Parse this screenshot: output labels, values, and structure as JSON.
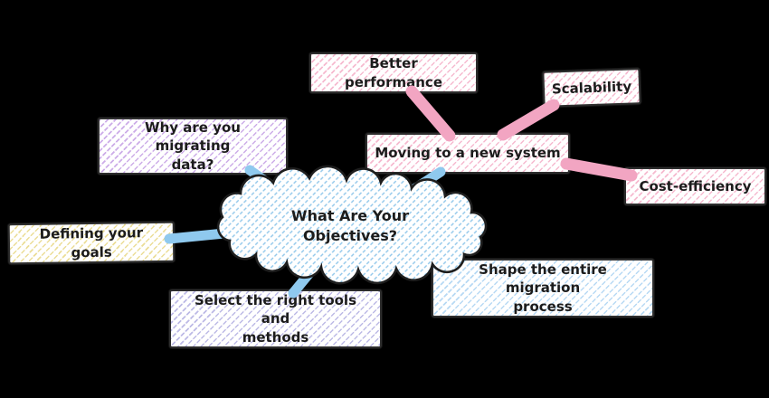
{
  "diagram": {
    "background_color": "#000000",
    "center": {
      "label": "What Are Your\nObjectives?",
      "shape": "cloud",
      "hatch_color": "#7cbaeb"
    },
    "nodes": {
      "better_performance": {
        "label": "Better performance",
        "hatch_color": "#ee80a8"
      },
      "scalability": {
        "label": "Scalability",
        "hatch_color": "#ee80a8"
      },
      "moving_new_system": {
        "label": "Moving to a new system",
        "hatch_color": "#ee80a8"
      },
      "cost_efficiency": {
        "label": "Cost-efficiency",
        "hatch_color": "#ee80a8"
      },
      "why_migrating": {
        "label": "Why are you migrating\ndata?",
        "hatch_color": "#a368d6"
      },
      "defining_goals": {
        "label": "Defining your goals",
        "hatch_color": "#e0cb5e"
      },
      "select_tools": {
        "label": "Select the right tools and\nmethods",
        "hatch_color": "#8680d1"
      },
      "shape_process": {
        "label": "Shape the entire migration\nprocess",
        "hatch_color": "#7cbaeb"
      }
    },
    "edges": [
      {
        "from": "center",
        "to": "why_migrating",
        "color": "blue"
      },
      {
        "from": "center",
        "to": "defining_goals",
        "color": "blue"
      },
      {
        "from": "center",
        "to": "select_tools",
        "color": "blue"
      },
      {
        "from": "center",
        "to": "moving_new_system",
        "color": "blue"
      },
      {
        "from": "center",
        "to": "shape_process",
        "color": "blue"
      },
      {
        "from": "moving_new_system",
        "to": "better_performance",
        "color": "pink"
      },
      {
        "from": "moving_new_system",
        "to": "scalability",
        "color": "pink"
      },
      {
        "from": "moving_new_system",
        "to": "cost_efficiency",
        "color": "pink"
      }
    ],
    "colors": {
      "blue_connector": "#8fc9ee",
      "pink_connector": "#f2a5c2",
      "box_border": "#2d2d2d",
      "box_fill": "#ffffff",
      "text": "#1c1c1c"
    }
  }
}
